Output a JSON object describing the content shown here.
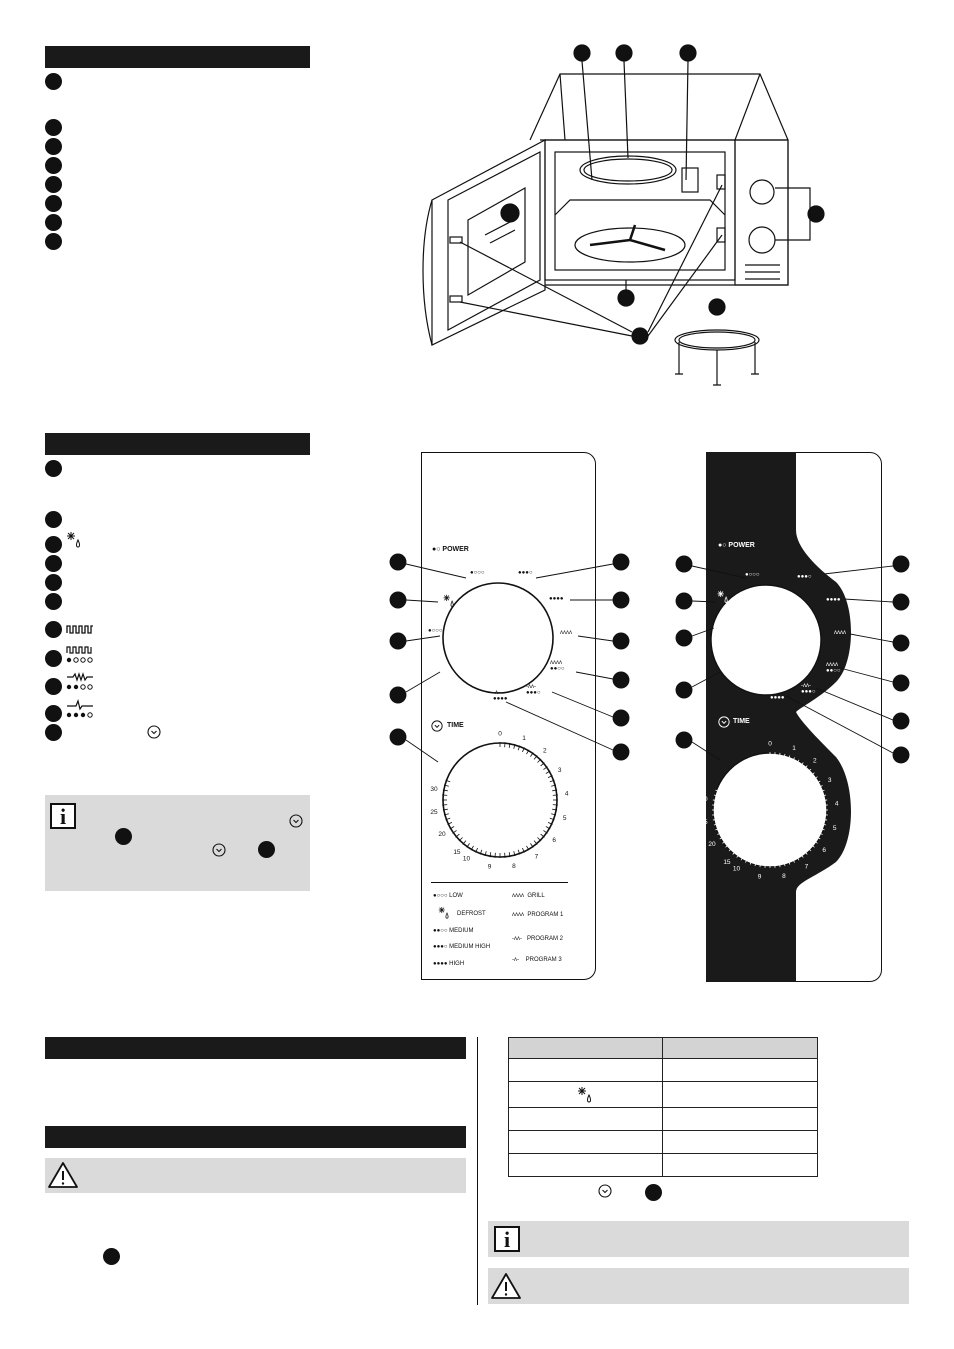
{
  "power_label": "POWER",
  "time_label": "TIME",
  "timer_numbers": [
    "0",
    "1",
    "2",
    "3",
    "4",
    "5",
    "6",
    "7",
    "8",
    "9",
    "10",
    "15",
    "20",
    "25",
    "30"
  ],
  "legend": {
    "left": [
      "LOW",
      "DEFROST",
      "MEDIUM",
      "MEDIUM HIGH",
      "HIGH"
    ],
    "right": [
      "GRILL",
      "PROGRAM 1",
      "PROGRAM 2",
      "PROGRAM 3"
    ]
  },
  "icons": {
    "info": "i",
    "warning": "!",
    "defrost": "snowflake-drop-icon",
    "clock": "clock-icon"
  },
  "colors": {
    "bar": "#1a1a1a",
    "note_bg": "#dadada",
    "panel_dark": "#1a1a1a"
  }
}
